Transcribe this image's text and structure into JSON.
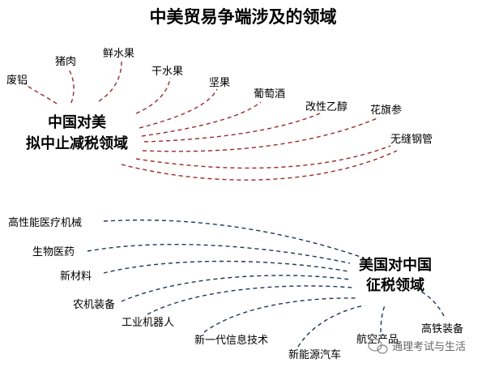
{
  "title": "中美贸易争端涉及的领域",
  "china_hub": {
    "line1": "中国对美",
    "line2": "拟中止减税领域",
    "items": [
      "废铝",
      "猪肉",
      "鲜水果",
      "干水果",
      "坚果",
      "葡萄酒",
      "改性乙醇",
      "花旗参",
      "无缝钢管"
    ]
  },
  "us_hub": {
    "line1": "美国对中国",
    "line2": "征税领域",
    "items": [
      "高性能医疗机械",
      "生物医药",
      "新材料",
      "农机装备",
      "工业机器人",
      "新一代信息技术",
      "新能源汽车",
      "航空产品",
      "高铁装备"
    ]
  },
  "watermark": {
    "icon": "wechat-logo-icon",
    "text": "通理考试与生活"
  },
  "colors": {
    "china_lines": "#9a2a2a",
    "us_lines": "#22355a",
    "text": "#111111"
  }
}
